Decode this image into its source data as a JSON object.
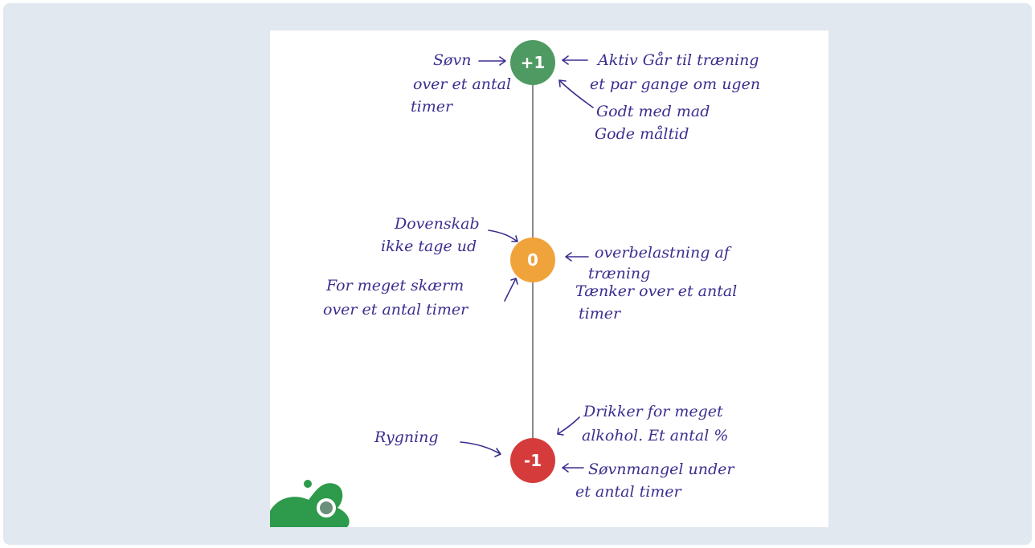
{
  "nodes": {
    "plus": "+1",
    "zero": "0",
    "minus": "-1"
  },
  "notes": {
    "sovn": "Søvn",
    "sovn_detail_1": "over et antal",
    "sovn_detail_2": "timer",
    "aktiv_1": "Aktiv Går til træning",
    "aktiv_2": "et par gange om ugen",
    "mad_1": "Godt med mad",
    "mad_2": "Gode måltid",
    "dovenskab_1": "Dovenskab",
    "dovenskab_2": "ikke tage ud",
    "skaerm_1": "For meget skærm",
    "skaerm_2": "over et antal timer",
    "overbelastning_1": "overbelastning af",
    "overbelastning_2": "træning",
    "tanker_1": "Tænker over et antal",
    "tanker_2": "timer",
    "rygning": "Rygning",
    "drikker_1": "Drikker for meget",
    "drikker_2": "alkohol. Et antal %",
    "sovnmangel_1": "Søvnmangel under",
    "sovnmangel_2": "et antal timer"
  },
  "colors": {
    "positive": "#4f9a62",
    "neutral": "#f0a33b",
    "negative": "#d63b3b",
    "ink": "#3b2f8f",
    "logo": "#2e9a4c"
  }
}
